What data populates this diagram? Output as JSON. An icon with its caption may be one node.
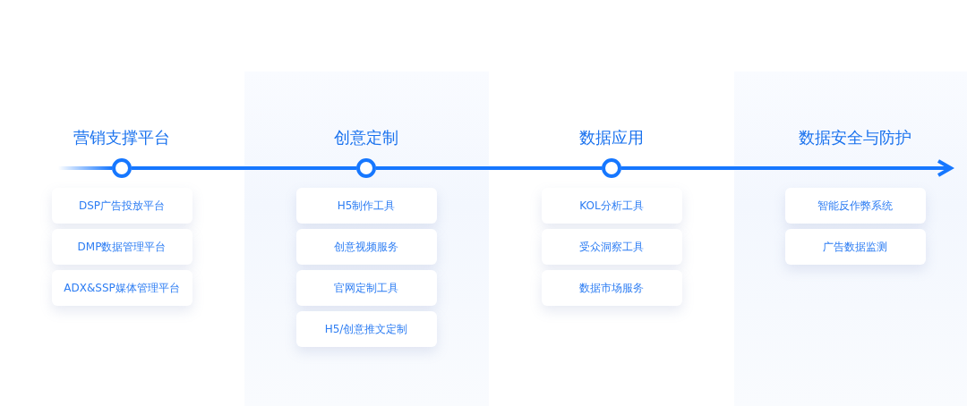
{
  "diagram": {
    "nodes": [
      {
        "text": [],
        "shape": "circle",
        "beside": [
          "营销支撑平台"
        ]
      },
      {
        "text": [],
        "shape": "circle",
        "beside": [
          "创意定制"
        ]
      },
      {
        "text": [],
        "shape": "circle",
        "beside": [
          "数据应用"
        ]
      },
      {
        "text": [
          "DSP广告投放平台"
        ]
      },
      {
        "text": [
          "DMP数据管理平台"
        ]
      },
      {
        "text": [
          "ADX&SSP媒体管理平台"
        ]
      },
      {
        "text": [
          "H5制作工具"
        ]
      },
      {
        "text": [
          "创意视频服务"
        ]
      },
      {
        "text": [
          "官网定制工具"
        ]
      },
      {
        "text": [
          "H5/创意推文定制"
        ]
      },
      {
        "text": [
          "KOL分析工具"
        ]
      },
      {
        "text": [
          "受众洞察工具"
        ]
      },
      {
        "text": [
          "数据市场服务"
        ]
      },
      {
        "text": [
          "智能反作弊系统"
        ]
      },
      {
        "text": [
          "广告数据监测"
        ]
      }
    ],
    "edges": [
      {
        "from": null,
        "to": 0,
        "arrow": "none"
      },
      {
        "from": 0,
        "to": 1,
        "arrow": "none"
      },
      {
        "from": 1,
        "to": 2,
        "arrow": "none"
      },
      {
        "from": 2,
        "to": null,
        "arrow": "to"
      }
    ],
    "labels": [
      "数据安全与防护"
    ]
  }
}
